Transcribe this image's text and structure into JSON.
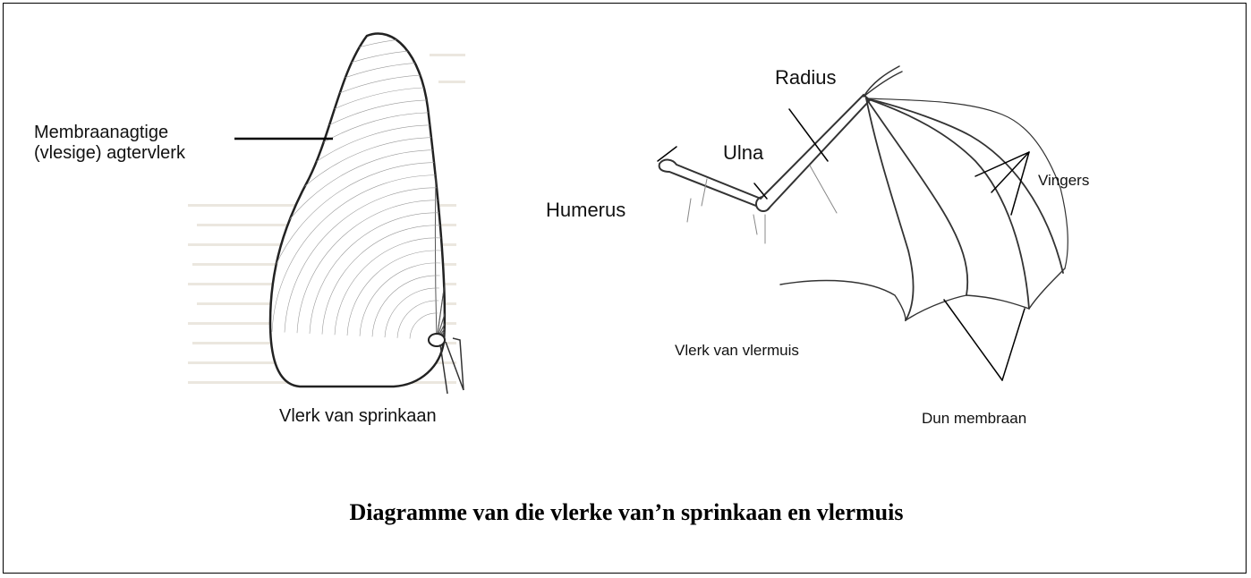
{
  "grasshopper": {
    "label_membrane_line1": "Membraanagtige",
    "label_membrane_line2": "(vlesige) agtervlerk",
    "title": "Vlerk van sprinkaan"
  },
  "bat": {
    "radius": "Radius",
    "ulna": "Ulna",
    "humerus": "Humerus",
    "vingers": "Vingers",
    "title": "Vlerk van vlermuis",
    "dun_membraan": "Dun membraan"
  },
  "caption": "Diagramme van die vlerke van’n sprinkaan en vlermuis",
  "colors": {
    "ink": "#111111",
    "faded_text": "#e6e2da",
    "grid": "#8a8a8a"
  }
}
